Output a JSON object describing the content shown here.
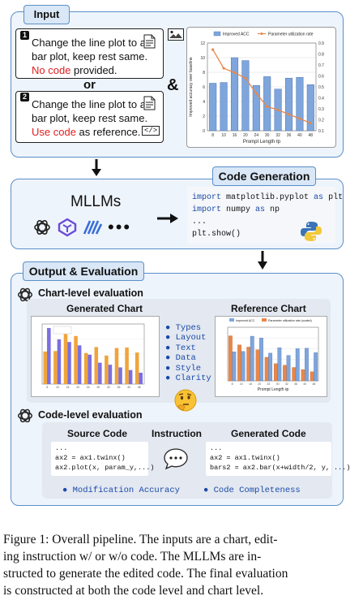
{
  "input": {
    "label": "Input",
    "card1": {
      "num": "1",
      "line1": "Change the line plot to a",
      "line2": "bar plot, keep rest same.",
      "red": "No code",
      "rest": " provided."
    },
    "or": "or",
    "amp": "&",
    "card2": {
      "num": "2",
      "line1": "Change the line plot to a",
      "line2": "bar plot, keep rest same.",
      "red": "Use code",
      "rest": " as reference.",
      "code_icon": "</>"
    }
  },
  "input_chart": {
    "legend": [
      "Improved ACC",
      "Parameter utilization rate"
    ],
    "xlabel": "Prompt Length ℓp",
    "ylabel": "Improved accuracy over baseline",
    "x_ticks": [
      "8",
      "10",
      "16",
      "20",
      "24",
      "30",
      "32",
      "36",
      "40",
      "48"
    ],
    "y_left_ticks": [
      "0",
      "2",
      "4",
      "6",
      "8",
      "10",
      "12"
    ],
    "y_right_ticks": [
      "0.1",
      "0.2",
      "0.3",
      "0.4",
      "0.5",
      "0.6",
      "0.7",
      "0.8",
      "0.9"
    ]
  },
  "code_gen": {
    "label": "Code Generation",
    "mllms": "MLLMs",
    "dots": "•••",
    "code_lines": [
      {
        "kw1": "import",
        "mid": " matplotlib.pyplot ",
        "kw2": "as",
        "end": " plt"
      },
      {
        "kw1": "import",
        "mid": " numpy ",
        "kw2": "as",
        "end": " np"
      },
      {
        "kw1": "",
        "mid": "...",
        "kw2": "",
        "end": ""
      },
      {
        "kw1": "",
        "mid": "plt.show()",
        "kw2": "",
        "end": ""
      }
    ]
  },
  "output": {
    "label": "Output & Evaluation",
    "chart_level": "Chart-level evaluation",
    "generated_chart": "Generated Chart",
    "reference_chart": "Reference Chart",
    "criteria": [
      "Types",
      "Layout",
      "Text",
      "Data",
      "Style",
      "Clarity"
    ],
    "code_level": "Code-level evaluation",
    "source_code": "Source Code",
    "instruction": "Instruction",
    "generated_code": "Generated Code",
    "src_lines": [
      "...",
      "ax2 = ax1.twinx()",
      "ax2.plot(x, param_y,...)"
    ],
    "gen_lines": [
      "...",
      "ax2 = ax1.twinx()",
      "bars2 = ax2.bar(x+width/2, y, ...)"
    ],
    "metric1": "Modification Accuracy",
    "metric2": "Code Completeness",
    "ref_legend": [
      "Improved ACC",
      "Parameter utilization rate (scaled)"
    ],
    "ref_xlabel": "Prompt Length ℓp"
  },
  "caption": {
    "lines": [
      "Figure 1: Overall pipeline. The inputs are a chart, edit-",
      "ing instruction w/ or w/o code. The MLLMs are in-",
      "structed to generate the edited code. The final evaluation",
      "is constructed at both the code level and chart level."
    ]
  },
  "chart_data": {
    "type": "bar",
    "categories": [
      "8",
      "10",
      "16",
      "20",
      "24",
      "30",
      "32",
      "36",
      "40",
      "48"
    ],
    "series": [
      {
        "name": "Improved ACC",
        "type": "bar",
        "values": [
          6.5,
          6.6,
          10.0,
          9.6,
          6.2,
          7.4,
          5.7,
          7.2,
          7.3,
          6.3
        ]
      },
      {
        "name": "Parameter utilization rate",
        "type": "line",
        "values": [
          0.84,
          0.67,
          0.63,
          0.58,
          0.44,
          0.32,
          0.29,
          0.25,
          0.21,
          0.17
        ]
      }
    ],
    "xlabel": "Prompt Length ℓp",
    "ylabel": "Improved accuracy over baseline",
    "ylim": [
      0,
      12
    ],
    "y2lim": [
      0.1,
      0.9
    ],
    "colors": {
      "bar": "#7ea6dc",
      "line": "#e8874a"
    }
  }
}
